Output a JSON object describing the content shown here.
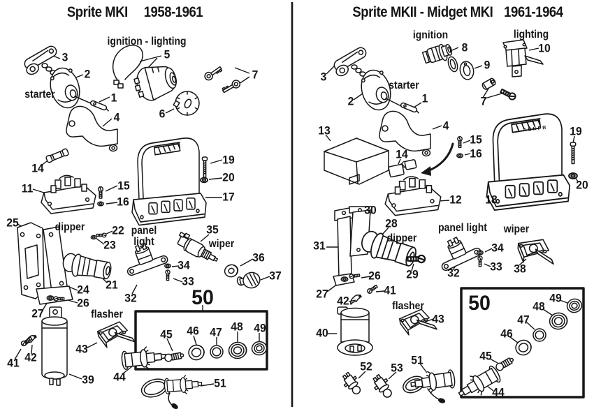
{
  "diagram": {
    "background": "#ffffff",
    "ink": "#161616",
    "left": {
      "title": "Sprite MKI",
      "years": "1958-1961",
      "labels": {
        "starter": "starter",
        "ignition_lighting": "ignition - lighting",
        "dipper": "dipper",
        "panel": "panel",
        "light": "light",
        "wiper": "wiper",
        "flasher": "flasher"
      },
      "callouts": {
        "n1": "1",
        "n2": "2",
        "n3": "3",
        "n4": "4",
        "n5": "5",
        "n6": "6",
        "n7": "7",
        "n11": "11",
        "n14": "14",
        "n15": "15",
        "n16": "16",
        "n17": "17",
        "n19": "19",
        "n20": "20",
        "n21": "21",
        "n22": "22",
        "n23": "23",
        "n24": "24",
        "n25": "25",
        "n26": "26",
        "n27": "27",
        "n32": "32",
        "n33": "33",
        "n34": "34",
        "n35": "35",
        "n36": "36",
        "n37": "37",
        "n39": "39",
        "n41": "41",
        "n42": "42",
        "n43": "43",
        "n44": "44",
        "n45": "45",
        "n46": "46",
        "n47": "47",
        "n48": "48",
        "n49": "49",
        "n50": "50",
        "n51": "51"
      }
    },
    "right": {
      "title": "Sprite MKII - Midget MKI",
      "years": "1961-1964",
      "labels": {
        "ignition": "ignition",
        "lighting": "lighting",
        "starter": "starter",
        "dipper": "dipper",
        "panel_light": "panel light",
        "wiper": "wiper",
        "flasher": "flasher"
      },
      "box18_markings": "ABKPR",
      "callouts": {
        "n1": "1",
        "n2": "2",
        "n3": "3",
        "n4": "4",
        "n7": "7",
        "n8": "8",
        "n9": "9",
        "n10": "10",
        "n12": "12",
        "n13": "13",
        "n14": "14",
        "n15": "15",
        "n16": "16",
        "n18": "18",
        "n19": "19",
        "n20": "20",
        "n26": "26",
        "n27": "27",
        "n28": "28",
        "n29": "29",
        "n30": "30",
        "n31": "31",
        "n32": "32",
        "n33": "33",
        "n34": "34",
        "n38": "38",
        "n40": "40",
        "n41": "41",
        "n42": "42",
        "n43": "43",
        "n44": "44",
        "n45": "45",
        "n46": "46",
        "n47": "47",
        "n48": "48",
        "n49": "49",
        "n50": "50",
        "n51": "51",
        "n52": "52",
        "n53": "53"
      }
    }
  }
}
